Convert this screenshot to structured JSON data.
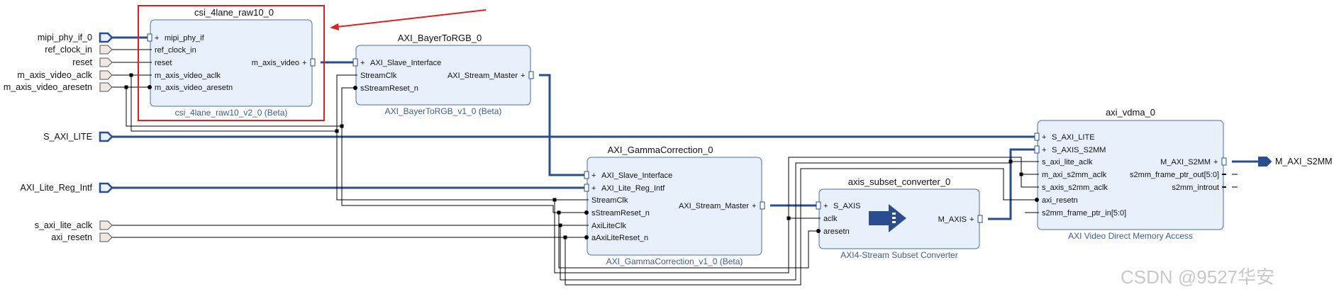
{
  "diagram": {
    "external_inputs": [
      {
        "id": "mipi_phy_if_0",
        "label": "mipi_phy_if_0"
      },
      {
        "id": "ref_clock_in",
        "label": "ref_clock_in"
      },
      {
        "id": "reset",
        "label": "reset"
      },
      {
        "id": "m_axis_video_aclk",
        "label": "m_axis_video_aclk"
      },
      {
        "id": "m_axis_video_aresetn",
        "label": "m_axis_video_aresetn"
      },
      {
        "id": "S_AXI_LITE",
        "label": "S_AXI_LITE"
      },
      {
        "id": "AXI_Lite_Reg_Intf",
        "label": "AXI_Lite_Reg_Intf"
      },
      {
        "id": "s_axi_lite_aclk",
        "label": "s_axi_lite_aclk"
      },
      {
        "id": "axi_resetn",
        "label": "axi_resetn"
      }
    ],
    "external_outputs": [
      {
        "id": "M_AXI_S2MM",
        "label": "M_AXI_S2MM"
      }
    ],
    "blocks": [
      {
        "id": "csi",
        "instance": "csi_4lane_raw10_0",
        "ip": "csi_4lane_raw10_v2_0 (Beta)",
        "left_pins": [
          "mipi_phy_if",
          "ref_clock_in",
          "reset",
          "m_axis_video_aclk",
          "m_axis_video_aresetn"
        ],
        "right_pins": [
          "m_axis_video"
        ]
      },
      {
        "id": "bayer",
        "instance": "AXI_BayerToRGB_0",
        "ip": "AXI_BayerToRGB_v1_0 (Beta)",
        "left_pins": [
          "AXI_Slave_Interface",
          "StreamClk",
          "sStreamReset_n"
        ],
        "right_pins": [
          "AXI_Stream_Master"
        ]
      },
      {
        "id": "gamma",
        "instance": "AXI_GammaCorrection_0",
        "ip": "AXI_GammaCorrection_v1_0 (Beta)",
        "left_pins": [
          "AXI_Slave_Interface",
          "AXI_Lite_Reg_Intf",
          "StreamClk",
          "sStreamReset_n",
          "AxiLiteClk",
          "aAxiLiteReset_n"
        ],
        "right_pins": [
          "AXI_Stream_Master"
        ]
      },
      {
        "id": "subset",
        "instance": "axis_subset_converter_0",
        "ip": "AXI4-Stream Subset Converter",
        "left_pins": [
          "S_AXIS",
          "aclk",
          "aresetn"
        ],
        "right_pins": [
          "M_AXIS"
        ]
      },
      {
        "id": "vdma",
        "instance": "axi_vdma_0",
        "ip": "AXI Video Direct Memory Access",
        "left_pins": [
          "S_AXI_LITE",
          "S_AXIS_S2MM",
          "s_axi_lite_aclk",
          "m_axi_s2mm_aclk",
          "s_axis_s2mm_aclk",
          "axi_resetn",
          "s2mm_frame_ptr_in[5:0]"
        ],
        "right_pins": [
          "M_AXI_S2MM",
          "s2mm_frame_ptr_out[5:0]",
          "s2mm_introut"
        ]
      }
    ],
    "watermark": "CSDN @9527华安",
    "colors": {
      "block_fill": "#e8f1fb",
      "block_border": "#4a6fa5",
      "bus": "#2a4d8f",
      "wire": "#000000",
      "highlight": "#e02020",
      "port_fill": "#c8d8e8"
    }
  }
}
